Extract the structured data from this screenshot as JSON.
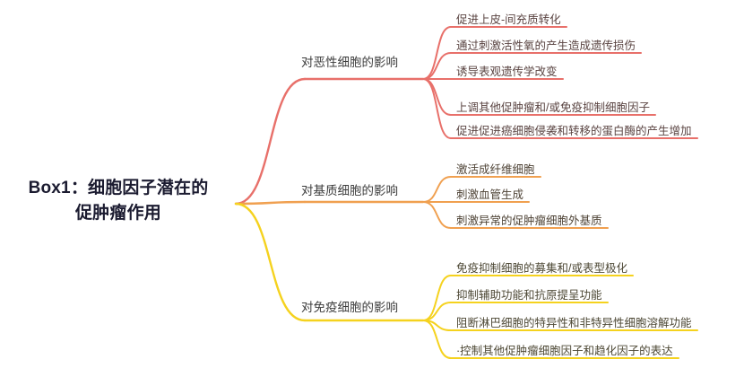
{
  "diagram": {
    "root": {
      "title": "Box1：细胞因子潜在的\n促肿瘤作用"
    },
    "branches": [
      {
        "label": "对恶性细胞的影响",
        "color": "#E8706A",
        "leaves": [
          "促进上皮-间充质转化",
          "通过刺激活性氧的产生造成遗传损伤",
          "诱导表观遗传学改变",
          "上调其他促肿瘤和/或免疫抑制细胞因子",
          "促进促进癌细胞侵袭和转移的蛋白酶的产生增加"
        ]
      },
      {
        "label": "对基质细胞的影响",
        "color": "#F0A050",
        "leaves": [
          "激活成纤维细胞",
          "刺激血管生成",
          "刺激异常的促肿瘤细胞外基质"
        ]
      },
      {
        "label": "对免疫细胞的影响",
        "color": "#F5D21E",
        "leaves": [
          "免疫抑制细胞的募集和/或表型极化",
          "抑制辅助功能和抗原提呈功能",
          "阻断淋巴细胞的特异性和非特异性细胞溶解功能",
          "·控制其他促肿瘤细胞因子和趋化因子的表达"
        ]
      }
    ]
  }
}
